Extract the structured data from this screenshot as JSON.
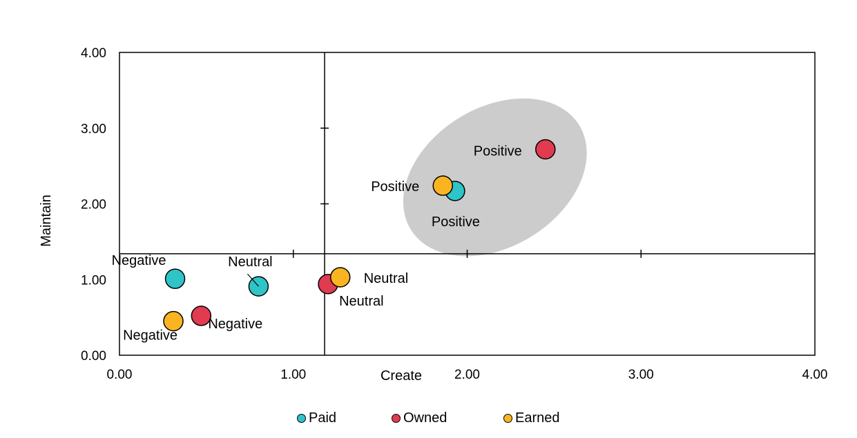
{
  "chart_data": {
    "type": "scatter",
    "title": "",
    "xlabel": "Create",
    "ylabel": "Maintain",
    "xlim": [
      0,
      4
    ],
    "ylim": [
      0,
      4
    ],
    "x_ticks": [
      "0.00",
      "1.00",
      "2.00",
      "3.00",
      "4.00"
    ],
    "y_ticks": [
      "0.00",
      "1.00",
      "2.00",
      "3.00",
      "4.00"
    ],
    "grid": false,
    "legend_position": "bottom",
    "quadrant_divider": {
      "x": 1.18,
      "y": 1.34
    },
    "highlight_region": {
      "cx": 2.16,
      "cy": 2.35,
      "rx": 0.57,
      "ry": 0.4,
      "rotation_deg": -32,
      "color": "#cccccc"
    },
    "series": [
      {
        "name": "Paid",
        "color": "#2ec4c8",
        "points": [
          {
            "x": 0.32,
            "y": 1.01,
            "label": "Negative"
          },
          {
            "x": 0.8,
            "y": 0.91,
            "label": "Neutral"
          },
          {
            "x": 1.93,
            "y": 2.17,
            "label": "Positive"
          }
        ]
      },
      {
        "name": "Owned",
        "color": "#e03b4f",
        "points": [
          {
            "x": 0.47,
            "y": 0.52,
            "label": "Negative"
          },
          {
            "x": 1.2,
            "y": 0.94,
            "label": "Neutral"
          },
          {
            "x": 2.45,
            "y": 2.72,
            "label": "Positive"
          }
        ]
      },
      {
        "name": "Earned",
        "color": "#fbb421",
        "points": [
          {
            "x": 0.31,
            "y": 0.45,
            "label": "Negative"
          },
          {
            "x": 1.27,
            "y": 1.03,
            "label": "Neutral"
          },
          {
            "x": 1.86,
            "y": 2.24,
            "label": "Positive"
          }
        ]
      }
    ]
  }
}
